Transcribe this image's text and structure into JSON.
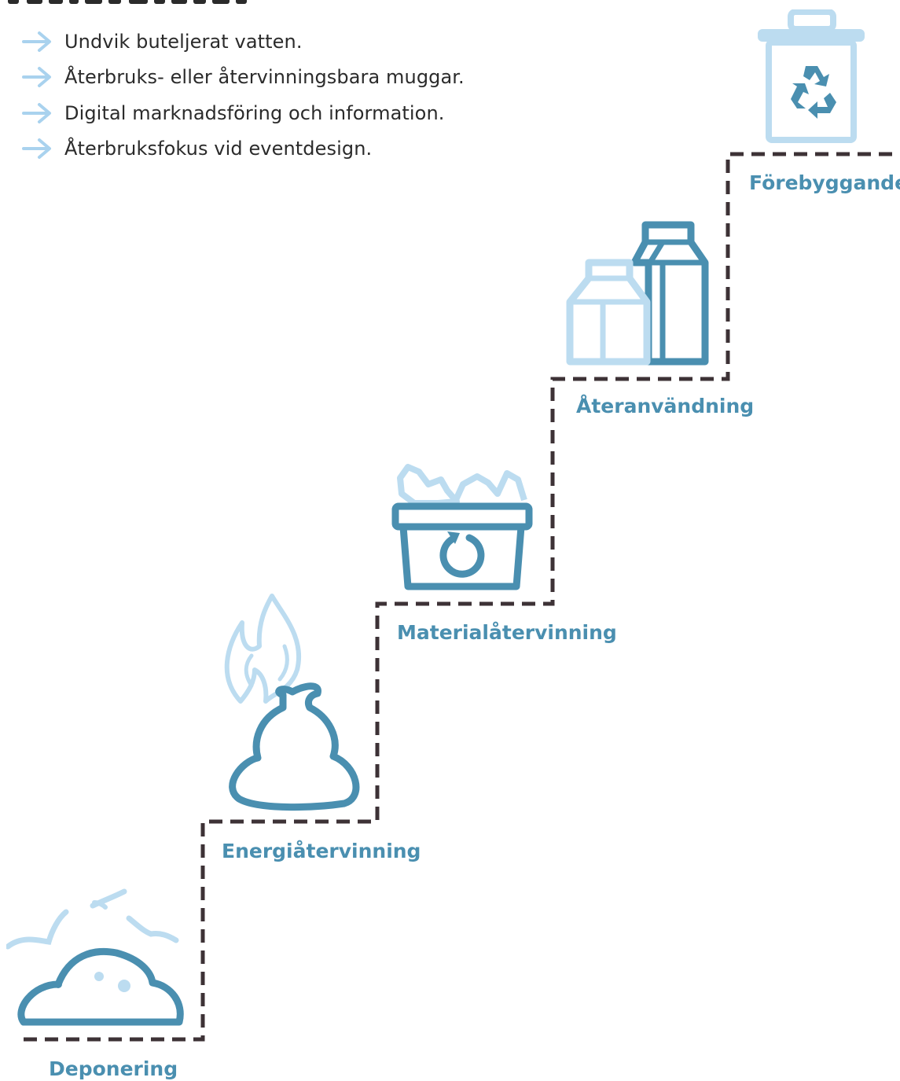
{
  "bullets": [
    {
      "text": "Undvik buteljerat vatten.",
      "icon": "arrow-right-icon"
    },
    {
      "text": "Återbruks- eller återvinningsbara muggar.",
      "icon": "arrow-right-icon"
    },
    {
      "text": "Digital marknadsföring och information.",
      "icon": "arrow-right-icon"
    },
    {
      "text": "Återbruksfokus vid eventdesign.",
      "icon": "arrow-right-icon"
    }
  ],
  "steps": [
    {
      "label": "Förebyggande",
      "icon": "recycle-bin-icon"
    },
    {
      "label": "Återanvändning",
      "icon": "milk-cartons-icon"
    },
    {
      "label": "Materialåtervinning",
      "icon": "recycling-basket-icon"
    },
    {
      "label": "Energiåtervinning",
      "icon": "burning-bag-icon"
    },
    {
      "label": "Deponering",
      "icon": "landfill-mound-icon"
    }
  ],
  "colors": {
    "dark_blue": "#4a8fb0",
    "light_blue": "#bcdcf0",
    "arrow": "#a9d2ee",
    "dashed_line": "#3d3236",
    "text": "#2b2b2b"
  }
}
